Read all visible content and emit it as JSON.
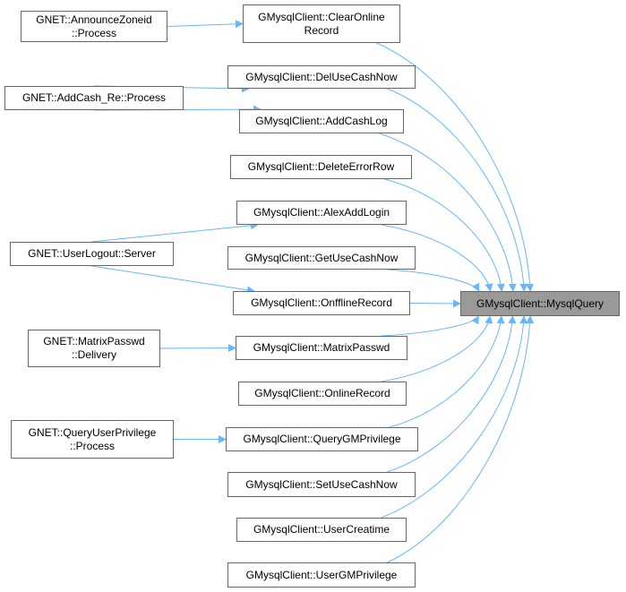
{
  "nodes": {
    "announce_zoneid": {
      "line1": "GNET::AnnounceZoneid",
      "line2": "::Process"
    },
    "clear_online_record": {
      "line1": "GMysqlClient::ClearOnline",
      "line2": "Record"
    },
    "del_use_cash_now": {
      "label": "GMysqlClient::DelUseCashNow"
    },
    "add_cash_re": {
      "label": "GNET::AddCash_Re::Process"
    },
    "add_cash_log": {
      "label": "GMysqlClient::AddCashLog"
    },
    "delete_error_row": {
      "label": "GMysqlClient::DeleteErrorRow"
    },
    "alex_add_login": {
      "label": "GMysqlClient::AlexAddLogin"
    },
    "user_logout": {
      "label": "GNET::UserLogout::Server"
    },
    "get_use_cash_now": {
      "label": "GMysqlClient::GetUseCashNow"
    },
    "mysql_query": {
      "label": "GMysqlClient::MysqlQuery"
    },
    "offline_record": {
      "label": "GMysqlClient::OnfflineRecord"
    },
    "matrix_passwd_delivery": {
      "line1": "GNET::MatrixPasswd",
      "line2": "::Delivery"
    },
    "matrix_passwd": {
      "label": "GMysqlClient::MatrixPasswd"
    },
    "online_record": {
      "label": "GMysqlClient::OnlineRecord"
    },
    "query_user_privilege": {
      "line1": "GNET::QueryUserPrivilege",
      "line2": "::Process"
    },
    "query_gm_privilege": {
      "label": "GMysqlClient::QueryGMPrivilege"
    },
    "set_use_cash_now": {
      "label": "GMysqlClient::SetUseCashNow"
    },
    "user_creatime": {
      "label": "GMysqlClient::UserCreatime"
    },
    "user_gm_privilege": {
      "label": "GMysqlClient::UserGMPrivilege"
    }
  },
  "edges": [
    [
      "announce_zoneid",
      "clear_online_record"
    ],
    [
      "add_cash_re",
      "del_use_cash_now"
    ],
    [
      "add_cash_re",
      "add_cash_log"
    ],
    [
      "user_logout",
      "alex_add_login"
    ],
    [
      "user_logout",
      "offline_record"
    ],
    [
      "matrix_passwd_delivery",
      "matrix_passwd"
    ],
    [
      "query_user_privilege",
      "query_gm_privilege"
    ],
    [
      "clear_online_record",
      "mysql_query"
    ],
    [
      "del_use_cash_now",
      "mysql_query"
    ],
    [
      "add_cash_log",
      "mysql_query"
    ],
    [
      "delete_error_row",
      "mysql_query"
    ],
    [
      "alex_add_login",
      "mysql_query"
    ],
    [
      "get_use_cash_now",
      "mysql_query"
    ],
    [
      "offline_record",
      "mysql_query"
    ],
    [
      "matrix_passwd",
      "mysql_query"
    ],
    [
      "online_record",
      "mysql_query"
    ],
    [
      "query_gm_privilege",
      "mysql_query"
    ],
    [
      "set_use_cash_now",
      "mysql_query"
    ],
    [
      "user_creatime",
      "mysql_query"
    ],
    [
      "user_gm_privilege",
      "mysql_query"
    ]
  ],
  "colors": {
    "edge": "#63b8ff",
    "node_border": "#666666",
    "node_fill": "#ffffff",
    "target_fill": "#999999"
  }
}
